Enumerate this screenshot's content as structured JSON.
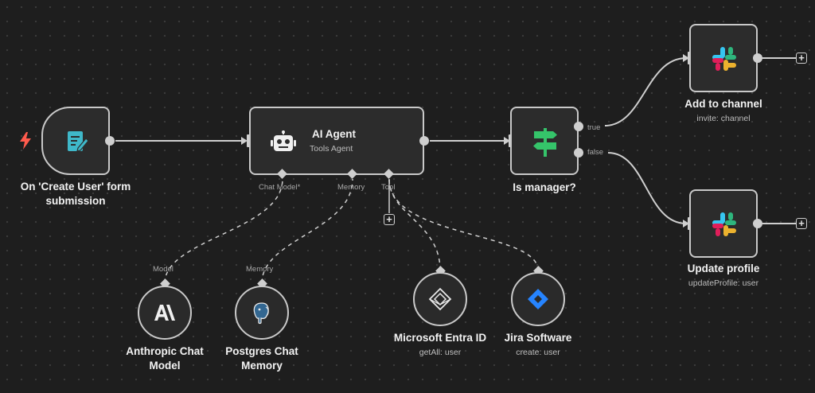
{
  "nodes": {
    "trigger": {
      "label_line1": "On 'Create User' form",
      "label_line2": "submission",
      "icon": "form-icon"
    },
    "agent": {
      "title": "AI Agent",
      "subtitle": "Tools Agent",
      "icon": "robot-icon",
      "ports": {
        "chat_model": "Chat Model*",
        "memory": "Memory",
        "tool": "Tool"
      }
    },
    "if_node": {
      "label": "Is manager?",
      "icon": "signpost-icon",
      "true_label": "true",
      "false_label": "false"
    },
    "slack_add": {
      "label": "Add to channel",
      "sublabel": "invite: channel",
      "icon": "slack-icon"
    },
    "slack_update": {
      "label": "Update profile",
      "sublabel": "updateProfile: user",
      "icon": "slack-icon"
    },
    "anthropic": {
      "label_line1": "Anthropic Chat",
      "label_line2": "Model",
      "port": "Model",
      "icon": "anthropic-icon"
    },
    "postgres": {
      "label_line1": "Postgres Chat",
      "label_line2": "Memory",
      "port": "Memory",
      "icon": "postgres-icon"
    },
    "entra": {
      "label": "Microsoft Entra ID",
      "sublabel": "getAll: user",
      "icon": "entra-icon"
    },
    "jira": {
      "label": "Jira Software",
      "sublabel": "create: user",
      "icon": "jira-icon"
    }
  },
  "colors": {
    "trigger_bolt": "#ff5b4d",
    "form_icon": "#3fb8c9",
    "if_icon": "#35c46a",
    "jira_blue": "#2684ff",
    "edge": "#cfcfcf"
  }
}
